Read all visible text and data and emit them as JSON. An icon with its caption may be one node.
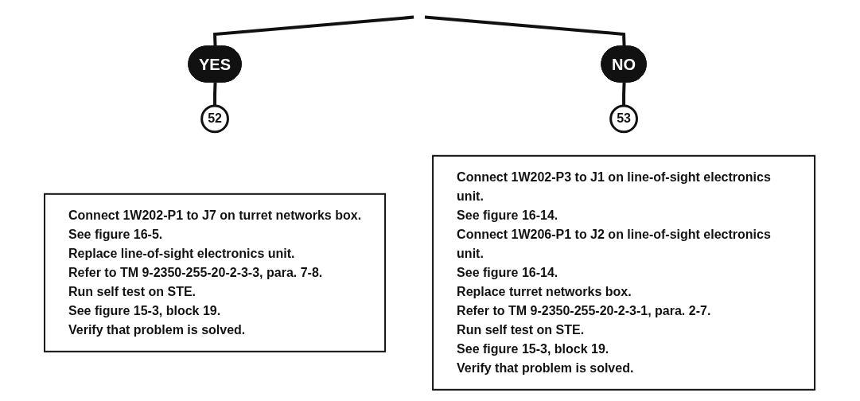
{
  "diagram": {
    "nodes": [
      {
        "text": [
          "YES"
        ]
      },
      {
        "text": [
          "NO"
        ]
      },
      {
        "text": [
          "52"
        ]
      },
      {
        "text": [
          "Connect 1W202-P1 to J7 on turret networks box.",
          "See figure 16-5.",
          "Replace line-of-sight electronics unit.",
          "Refer to TM 9-2350-255-20-2-3-3, para. 7-8.",
          "Run self test on STE.",
          "See figure 15-3, block 19.",
          "Verify that problem is solved."
        ]
      },
      {
        "text": [
          "53"
        ]
      },
      {
        "text": [
          "Connect 1W202-P3 to J1 on line-of-sight electronics unit.",
          "See figure 16-14.",
          "Connect 1W206-P1 to J2 on line-of-sight electronics unit.",
          "See figure 16-14.",
          "Replace turret networks box.",
          "Refer to TM 9-2350-255-20-2-3-1, para. 2-7.",
          "Run self test on STE.",
          "See figure 15-3, block 19.",
          "Verify that problem is solved."
        ]
      }
    ],
    "edges": [
      {
        "from": null,
        "to": 0,
        "arrow": "none"
      },
      {
        "from": 0,
        "to": 2,
        "arrow": "none"
      },
      {
        "from": null,
        "to": 1,
        "arrow": "none"
      },
      {
        "from": 1,
        "to": 4,
        "arrow": "none"
      }
    ]
  }
}
